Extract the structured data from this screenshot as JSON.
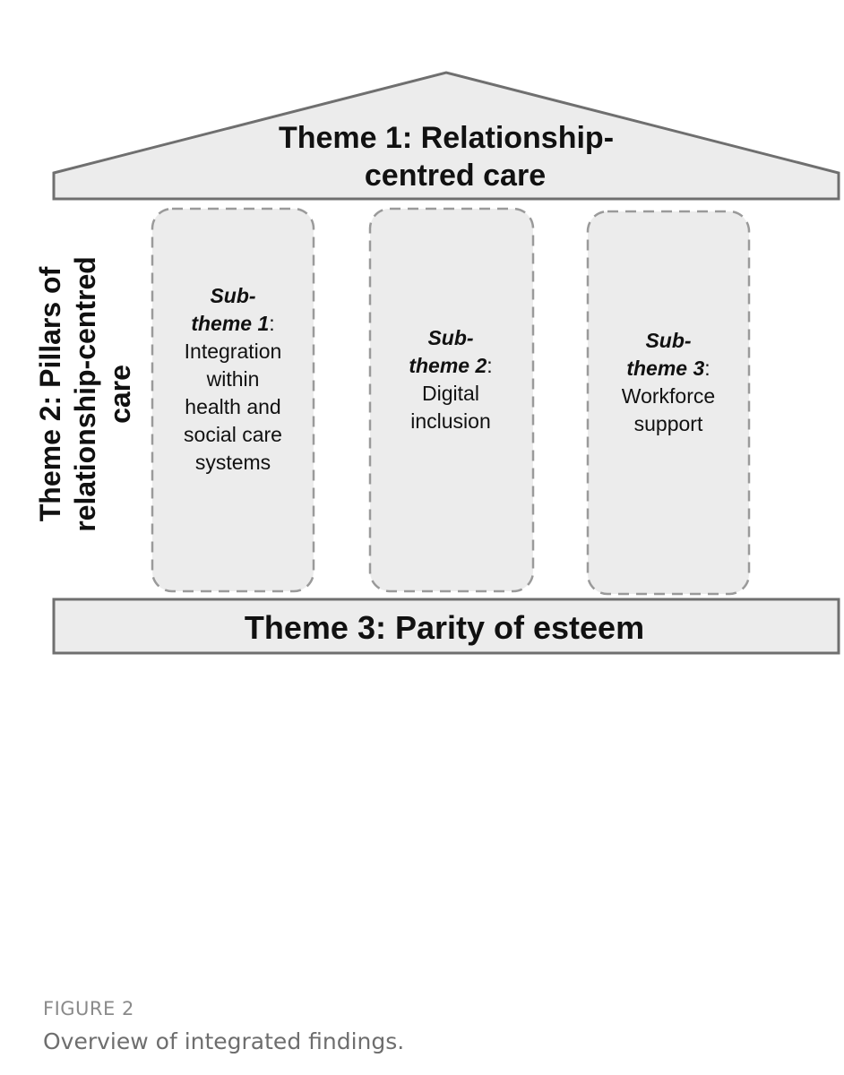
{
  "roof": {
    "lines": [
      "Theme 1: Relationship-",
      "centred care"
    ]
  },
  "side_label": {
    "lines": [
      "Theme 2: Pillars of",
      "relationship-centred",
      "care"
    ]
  },
  "pillars": [
    {
      "title_lines": [
        {
          "italic": "Sub-",
          "rest": ""
        },
        {
          "italic": "theme 1",
          "rest": ":"
        }
      ],
      "body_lines": [
        "Integration",
        "within",
        "health and",
        "social care",
        "systems"
      ]
    },
    {
      "title_lines": [
        {
          "italic": "Sub-",
          "rest": ""
        },
        {
          "italic": "theme 2",
          "rest": ":"
        }
      ],
      "body_lines": [
        "Digital",
        "inclusion"
      ]
    },
    {
      "title_lines": [
        {
          "italic": "Sub-",
          "rest": ""
        },
        {
          "italic": "theme 3",
          "rest": ":"
        }
      ],
      "body_lines": [
        "Workforce",
        "support"
      ]
    }
  ],
  "base": {
    "label": "Theme 3: Parity of esteem"
  },
  "caption": {
    "label": "FIGURE 2",
    "text": "Overview of integrated findings."
  },
  "colors": {
    "fill": "#ececec",
    "stroke": "#6f6f6f",
    "dash": "#9a9a9a",
    "text": "#111111"
  }
}
